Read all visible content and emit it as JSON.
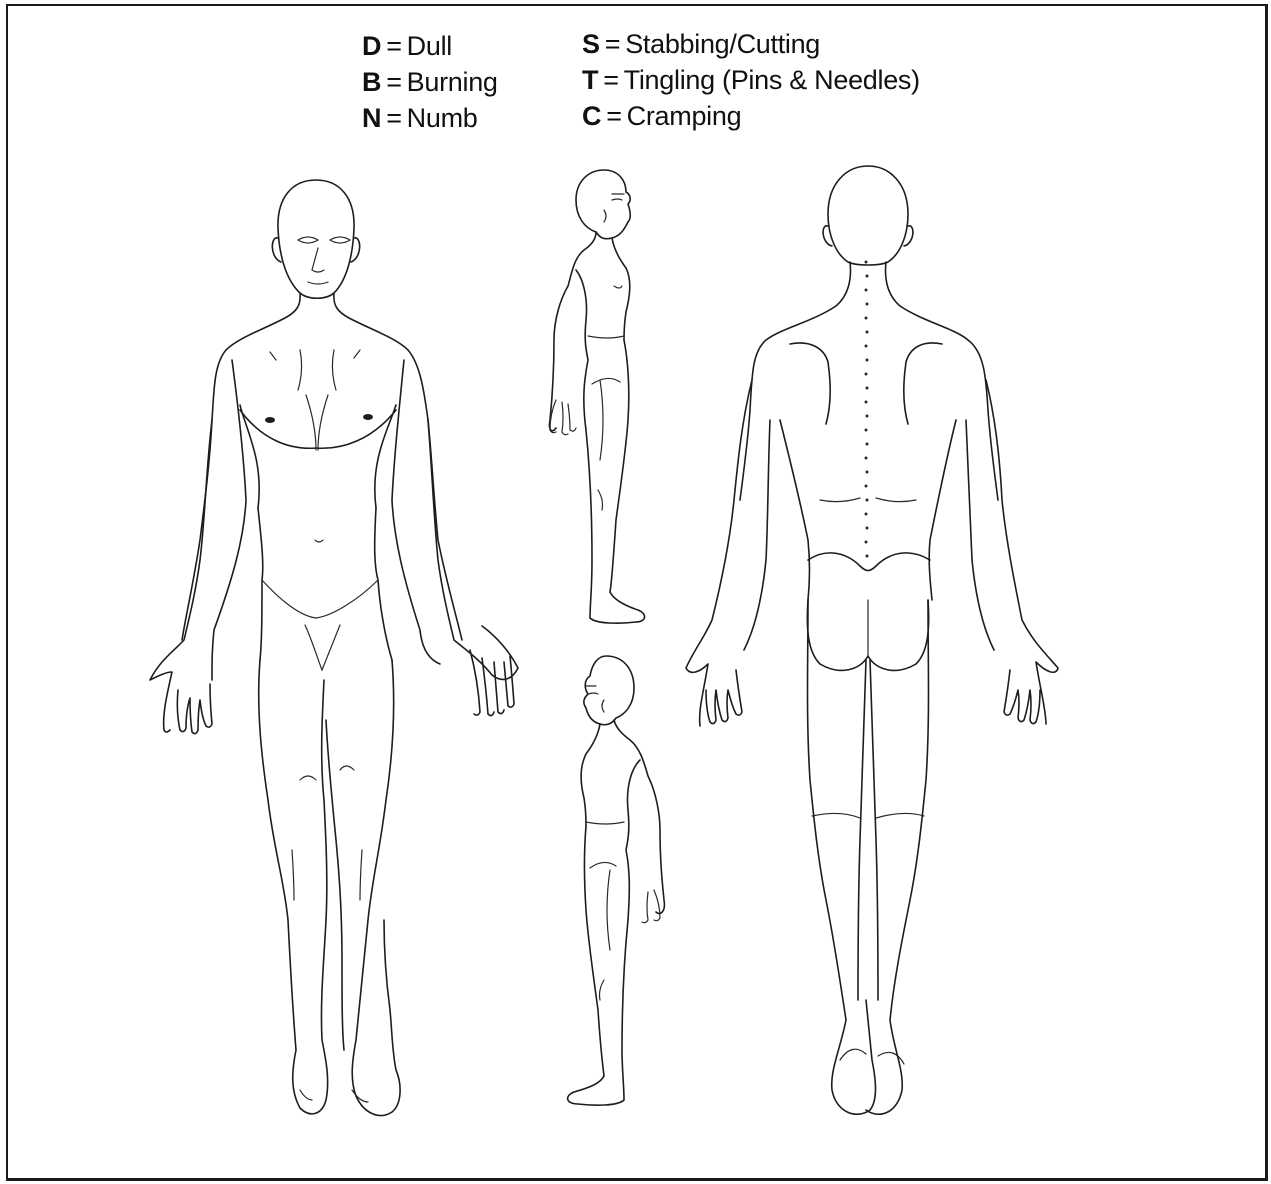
{
  "legend": {
    "left": [
      {
        "code": "D",
        "eq": "=",
        "label": "Dull"
      },
      {
        "code": "B",
        "eq": "=",
        "label": "Burning"
      },
      {
        "code": "N",
        "eq": "=",
        "label": "Numb"
      }
    ],
    "right": [
      {
        "code": "S",
        "eq": "=",
        "label": "Stabbing/Cutting"
      },
      {
        "code": "T",
        "eq": "=",
        "label": "Tingling (Pins & Needles)"
      },
      {
        "code": "C",
        "eq": "=",
        "label": "Cramping"
      }
    ]
  },
  "figures": [
    "front-view",
    "right-side-view",
    "left-side-view",
    "back-view"
  ],
  "colors": {
    "line": "#1d1d1d",
    "background": "#ffffff"
  }
}
